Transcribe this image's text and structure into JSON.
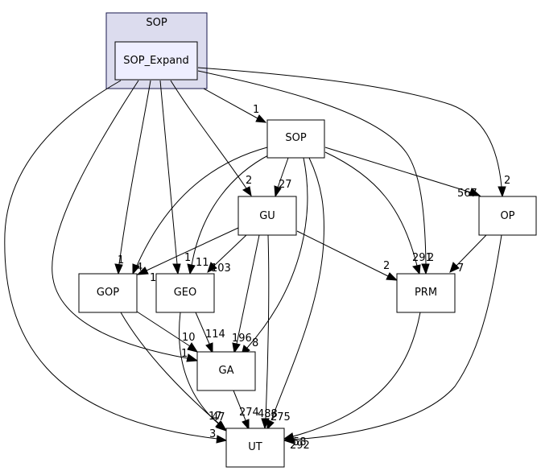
{
  "cluster": {
    "title": "SOP"
  },
  "nodes": {
    "sop_expand": "SOP_Expand",
    "sop": "SOP",
    "gu": "GU",
    "op": "OP",
    "gop": "GOP",
    "geo": "GEO",
    "prm": "PRM",
    "ga": "GA",
    "ut": "UT"
  },
  "edge_labels": {
    "sopexp_sop": "1",
    "sopexp_gu": "2",
    "sopexp_op": "2",
    "sopexp_gop": "1",
    "sopexp_geo": "1",
    "sopexp_prm": "2",
    "sopexp_ga": "1",
    "sopexp_ut": "3",
    "sop_gu": "27",
    "sop_op": "567",
    "sop_gop": "4",
    "sop_geo": "11",
    "sop_prm": "291",
    "sop_ga": "8",
    "sop_ut": "275",
    "gu_gop": "1",
    "gu_geo": "103",
    "gu_prm": "2",
    "gu_ga": "196",
    "gu_ut": "488",
    "op_prm": "7",
    "op_ut": "58",
    "gop_ga": "10",
    "gop_ut": "17",
    "geo_ga": "114",
    "geo_ut": "47",
    "ga_ut": "274",
    "prm_ut": "292"
  },
  "colors": {
    "cluster_fill": "#dcdcee",
    "cluster_stroke": "#1a1a4d",
    "highlight_fill": "#eeeeff",
    "node_fill": "#ffffff",
    "stroke": "#000000"
  }
}
